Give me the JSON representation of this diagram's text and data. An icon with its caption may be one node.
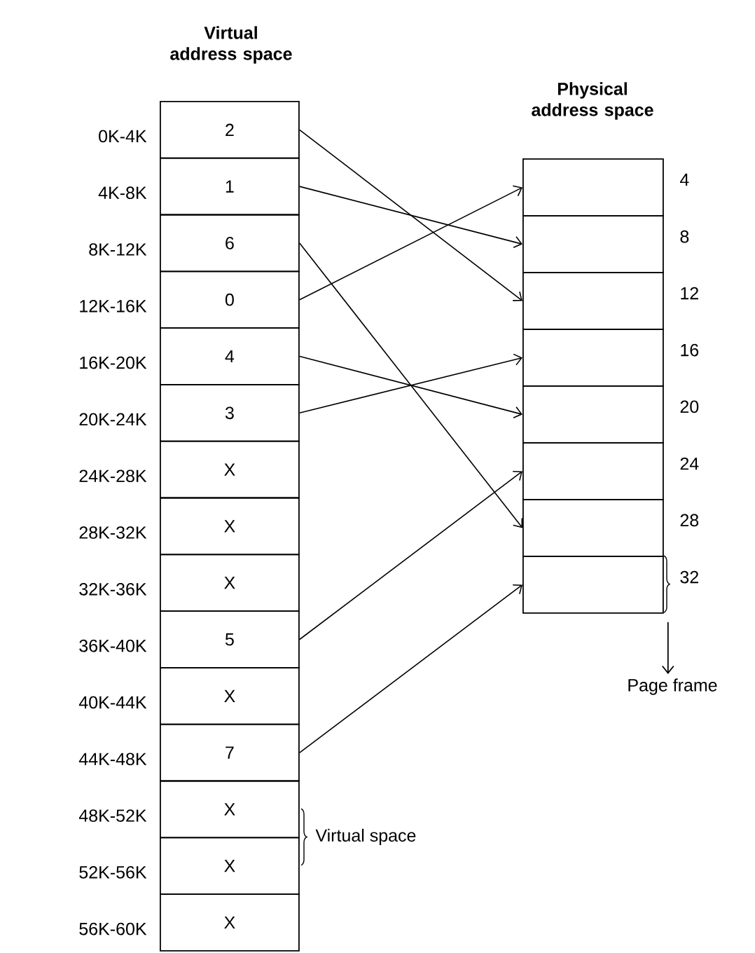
{
  "diagram": {
    "nodes": [
      {
        "text": [
          "2"
        ],
        "beside": [
          "0K-4K"
        ]
      },
      {
        "text": [
          "1"
        ],
        "beside": [
          "4K-8K"
        ]
      },
      {
        "text": [
          "6"
        ],
        "beside": [
          "8K-12K"
        ]
      },
      {
        "text": [
          "0"
        ],
        "beside": [
          "12K-16K"
        ]
      },
      {
        "text": [
          "4"
        ],
        "beside": [
          "16K-20K"
        ]
      },
      {
        "text": [
          "3"
        ],
        "beside": [
          "20K-24K"
        ]
      },
      {
        "text": [
          "X"
        ],
        "beside": [
          "24K-28K"
        ]
      },
      {
        "text": [
          "X"
        ],
        "beside": [
          "28K-32K"
        ]
      },
      {
        "text": [
          "X"
        ],
        "beside": [
          "32K-36K"
        ]
      },
      {
        "text": [
          "5"
        ],
        "beside": [
          "36K-40K"
        ]
      },
      {
        "text": [
          "X"
        ],
        "beside": [
          "40K-44K"
        ]
      },
      {
        "text": [
          "7"
        ],
        "beside": [
          "44K-48K"
        ]
      },
      {
        "text": [
          "X"
        ],
        "beside": [
          "48K-52K"
        ]
      },
      {
        "text": [
          "X"
        ],
        "beside": [
          "52K-56K"
        ]
      },
      {
        "text": [
          "X"
        ],
        "beside": [
          "56K-60K"
        ]
      },
      {
        "text": [],
        "shape": "box"
      },
      {
        "text": [],
        "shape": "box"
      },
      {
        "text": [],
        "shape": "box"
      },
      {
        "text": [],
        "shape": "box"
      },
      {
        "text": [],
        "shape": "box"
      },
      {
        "text": [],
        "shape": "box"
      },
      {
        "text": [],
        "shape": "box"
      },
      {
        "text": [],
        "shape": "box"
      },
      {
        "text": [
          "Page frame"
        ]
      }
    ],
    "edges": [
      {
        "from": 0,
        "to": 17,
        "arrow": "to"
      },
      {
        "from": 1,
        "to": 16,
        "arrow": "to"
      },
      {
        "from": 2,
        "to": 21,
        "arrow": "to"
      },
      {
        "from": 3,
        "to": 15,
        "arrow": "to"
      },
      {
        "from": 4,
        "to": 19,
        "arrow": "to"
      },
      {
        "from": 5,
        "to": 18,
        "arrow": "to"
      },
      {
        "from": 9,
        "to": 20,
        "arrow": "to"
      },
      {
        "from": 11,
        "to": 22,
        "arrow": "to"
      },
      {
        "from": 22,
        "to": 23,
        "arrow": "to"
      }
    ],
    "labels": [
      "Virtual address space",
      "Physical address space",
      "4",
      "8",
      "12",
      "16",
      "20",
      "24",
      "28",
      "32",
      "Virtual space"
    ]
  }
}
